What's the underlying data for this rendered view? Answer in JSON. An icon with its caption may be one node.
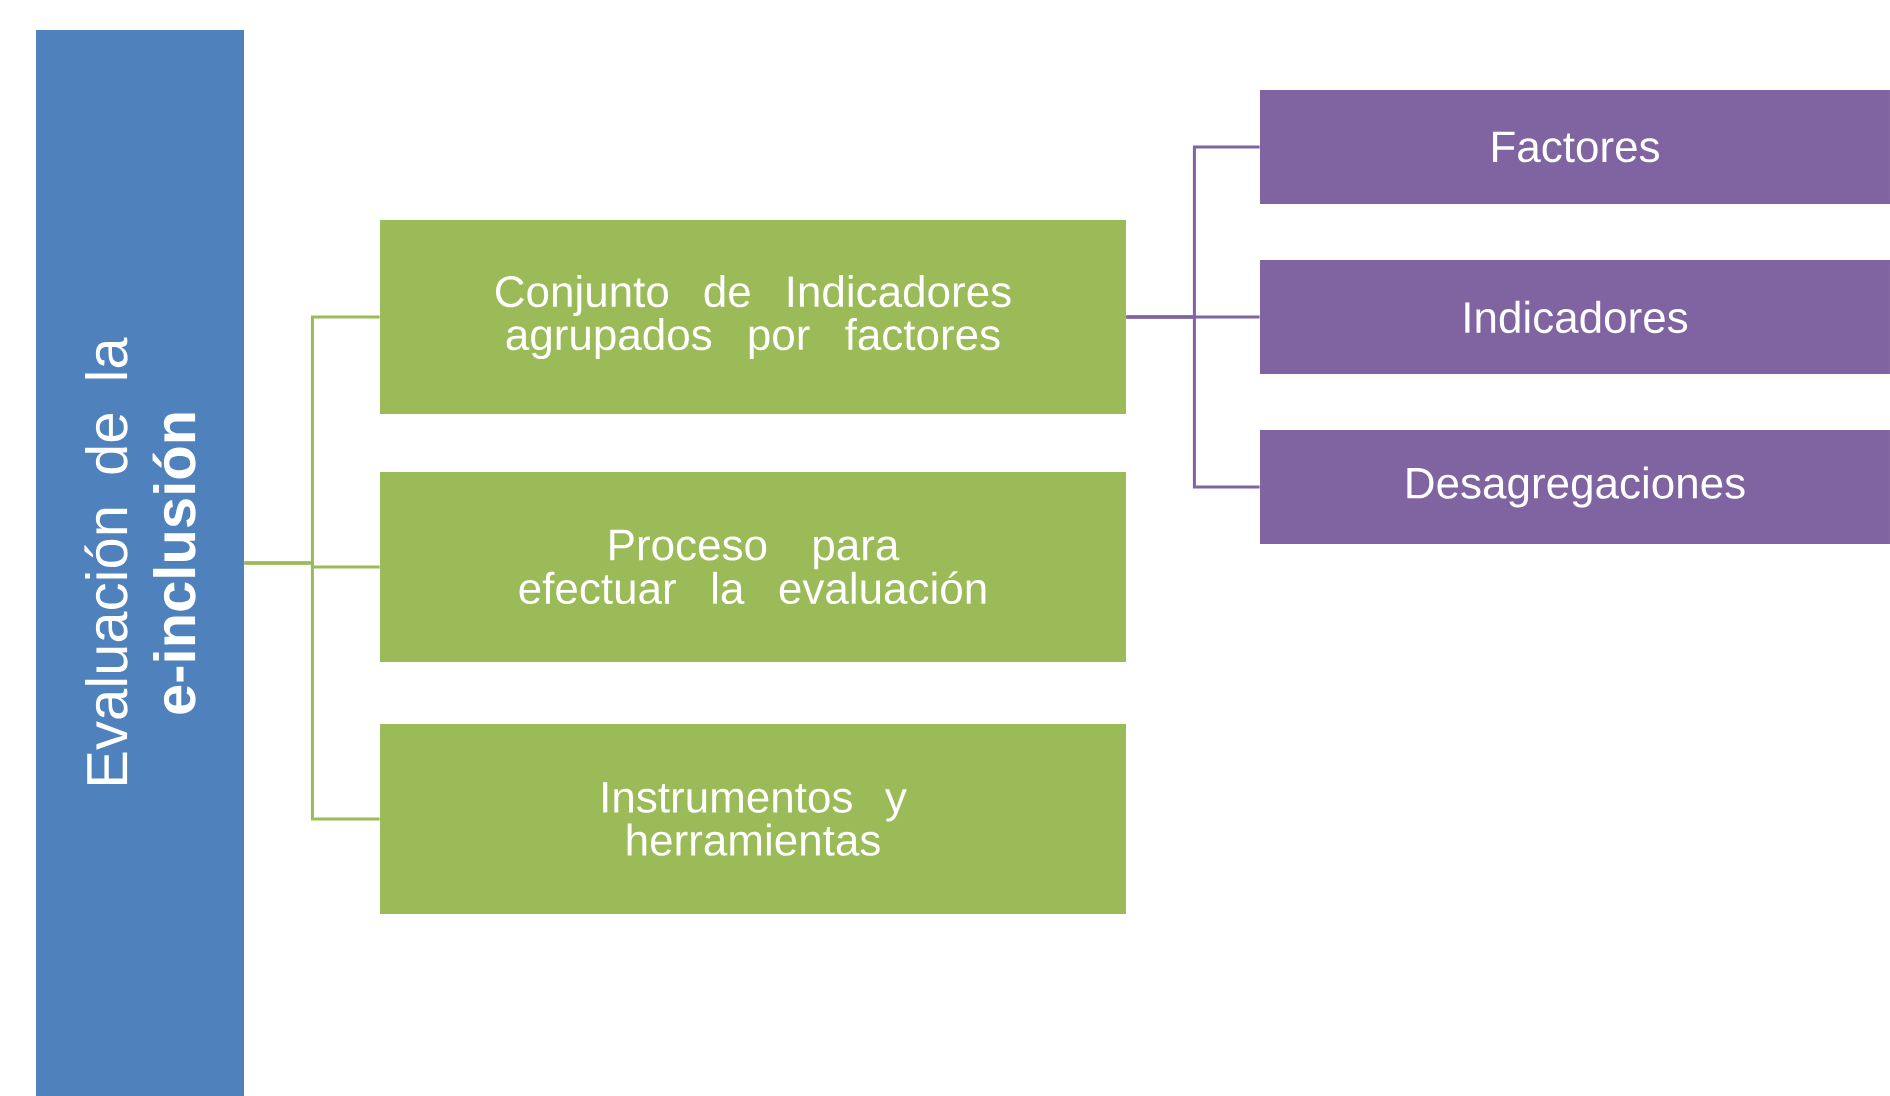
{
  "diagram": {
    "nodes": [
      {
        "text": [
          "Evaluación de la **e-inclusión**"
        ]
      },
      {
        "text": [
          "Conjunto de Indicadores agrupados por factores"
        ]
      },
      {
        "text": [
          "Proceso para efectuar la evaluación"
        ]
      },
      {
        "text": [
          "Instrumentos y herramientas"
        ]
      },
      {
        "text": [
          "Factores"
        ]
      },
      {
        "text": [
          "Indicadores"
        ]
      },
      {
        "text": [
          "Desagregaciones"
        ]
      }
    ],
    "edges": [
      {
        "from": 0,
        "to": 1,
        "arrow": "none"
      },
      {
        "from": 0,
        "to": 2,
        "arrow": "none"
      },
      {
        "from": 0,
        "to": 3,
        "arrow": "none"
      },
      {
        "from": 1,
        "to": 4,
        "arrow": "none",
        "color": "#8064a2"
      },
      {
        "from": 1,
        "to": 5,
        "arrow": "none",
        "color": "#8064a2"
      },
      {
        "from": 1,
        "to": 6,
        "arrow": "none",
        "color": "#8064a2"
      }
    ]
  }
}
